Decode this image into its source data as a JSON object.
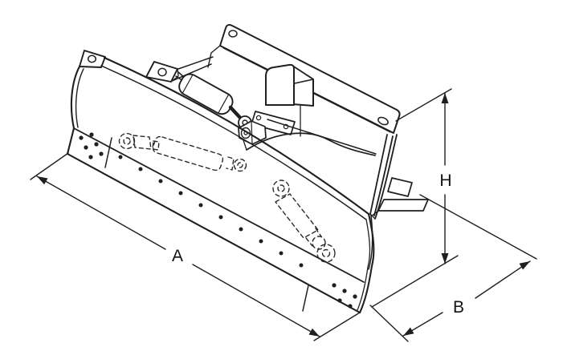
{
  "figure": {
    "subject": "Isometric technical line drawing of a dozer blade attachment with quick-attach frame, angle cylinder and hidden tilt cylinders",
    "background_color": "#ffffff",
    "line_color": "#1f1f1f",
    "dimension_labels": {
      "a": "A",
      "b": "B",
      "h": "H"
    }
  }
}
